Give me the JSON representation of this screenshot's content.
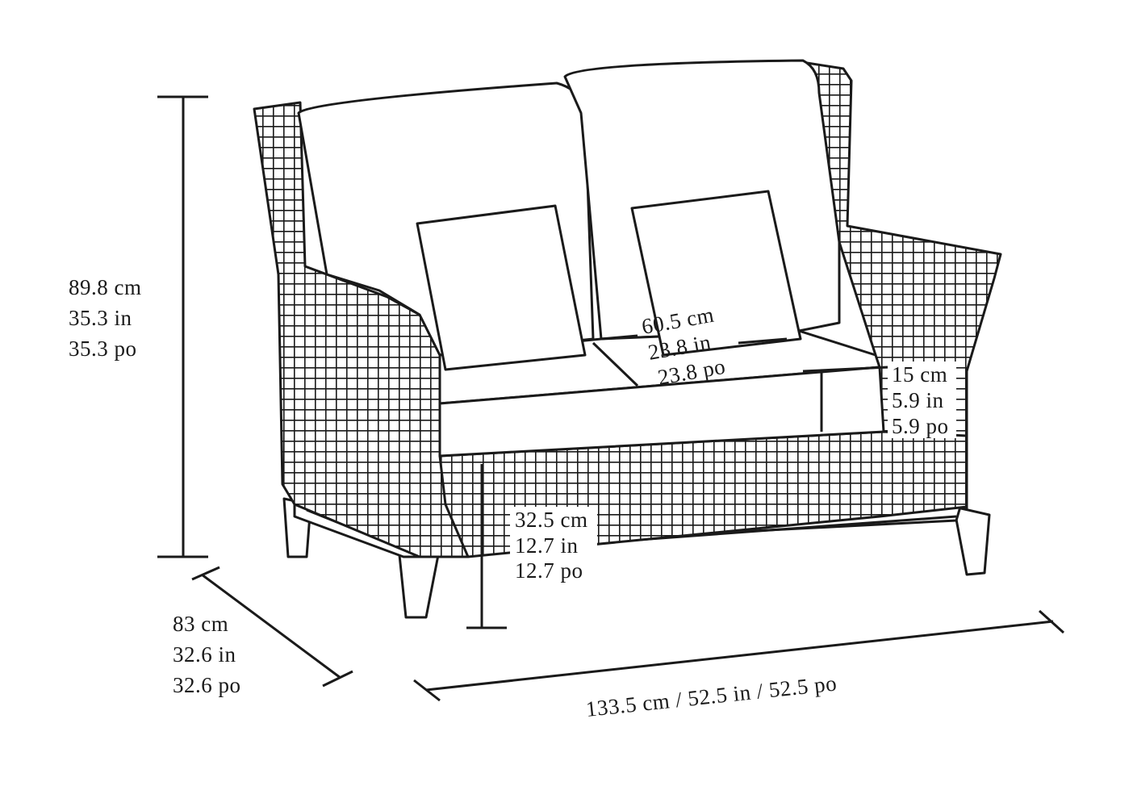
{
  "title": "Loveseat dimensions diagram",
  "colors": {
    "line": "#1a1a1a",
    "background": "#ffffff",
    "cushion": "#ffffff"
  },
  "dimensions": {
    "height": {
      "cm": "89.8 cm",
      "in": "35.3 in",
      "po": "35.3 po"
    },
    "depth": {
      "cm": "83 cm",
      "in": "32.6 in",
      "po": "32.6 po"
    },
    "width": {
      "label": "133.5 cm / 52.5 in / 52.5 po"
    },
    "seat_depth": {
      "cm": "60.5 cm",
      "in": "23.8 in",
      "po": "23.8 po"
    },
    "cushion_thickness": {
      "cm": "15 cm",
      "in": "5.9 in",
      "po": "5.9 po"
    },
    "floor_clearance": {
      "cm": "32.5 cm",
      "in": "12.7 in",
      "po": "12.7 po"
    }
  }
}
